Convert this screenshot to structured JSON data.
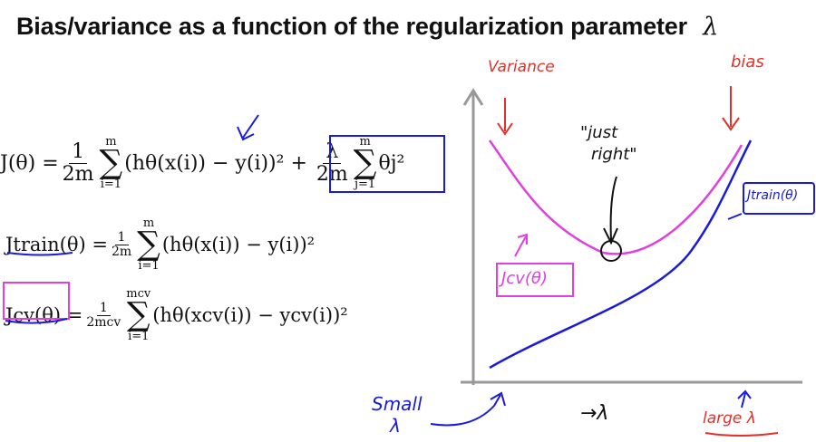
{
  "slide": {
    "title": "Bias/variance as a function of the regularization parameter",
    "title_symbol": "λ"
  },
  "equations": {
    "cost": {
      "lhs": "J(θ) =",
      "frac_num": "1",
      "frac_den": "2m",
      "sum_upper": "m",
      "sum_lower": "i=1",
      "body": "(hθ(x(i)) − y(i))² +",
      "reg_num": "λ",
      "reg_den": "2m",
      "reg_sum_upper": "m",
      "reg_sum_lower": "j=1",
      "reg_body": "θj²"
    },
    "train": {
      "lhs": "Jtrain(θ) =",
      "frac_num": "1",
      "frac_den": "2m",
      "sum_upper": "m",
      "sum_lower": "i=1",
      "body": "(hθ(x(i)) − y(i))²"
    },
    "cv": {
      "lhs": "Jcv(θ) =",
      "frac_num": "1",
      "frac_den": "2mcv",
      "sum_upper": "mcv",
      "sum_lower": "i=1",
      "body": "(hθ(xcv(i)) − ycv(i))²"
    }
  },
  "annotations": {
    "variance": "Variance",
    "bias": "bias",
    "just_right_1": "\"just",
    "just_right_2": "right\"",
    "jtrain_label": "Jtrain(θ)",
    "jcv_label": "Jcv(θ)",
    "small": "Small",
    "small_lambda": "λ",
    "x_arrow_label": "→λ",
    "large": "large λ"
  },
  "colors": {
    "pink": "#e040e0",
    "blue": "#1a1adc",
    "red": "#e0322a",
    "axis": "#999999"
  }
}
